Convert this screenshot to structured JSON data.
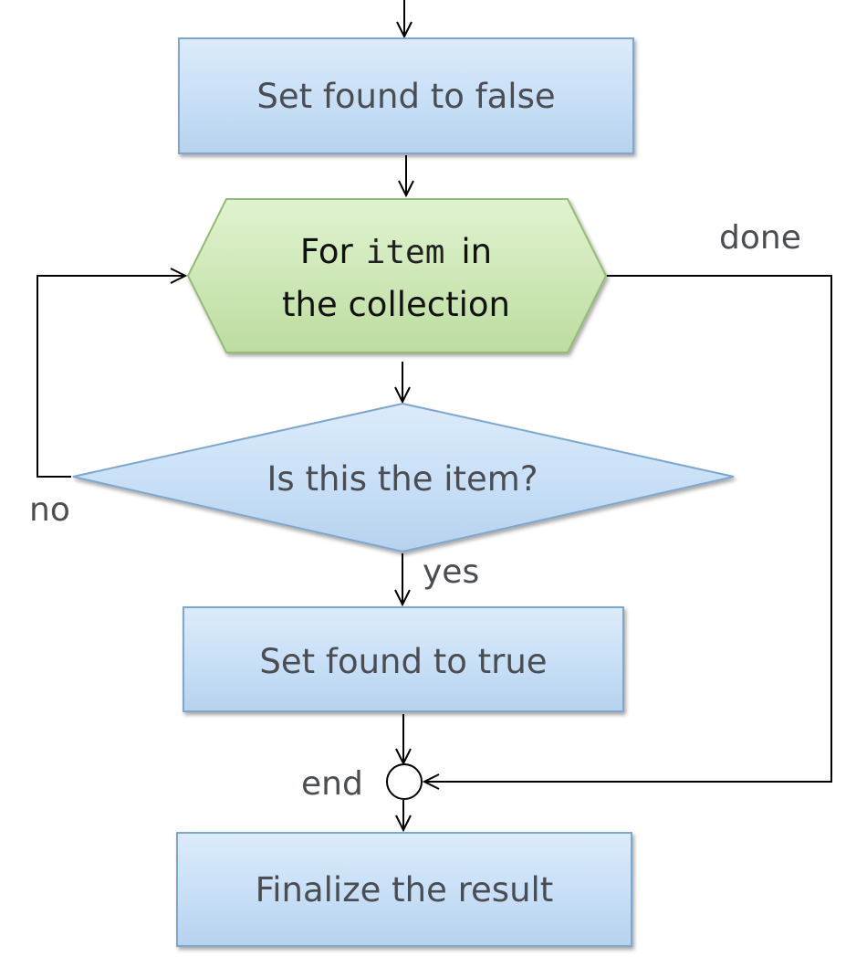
{
  "nodes": {
    "init": {
      "label": "Set found to false"
    },
    "loop": {
      "prefix": "For",
      "code": "item",
      "suffix": "in",
      "line2": "the collection"
    },
    "decision": {
      "label": "Is this the item?"
    },
    "set_true": {
      "label": "Set found to true"
    },
    "finalize": {
      "label": "Finalize the result"
    }
  },
  "edges": {
    "done": "done",
    "no": "no",
    "yes": "yes",
    "end": "end"
  },
  "colors": {
    "box_fill": "#c9e0f7",
    "loop_fill": "#cfe8b8",
    "text": "#4a4d52"
  }
}
